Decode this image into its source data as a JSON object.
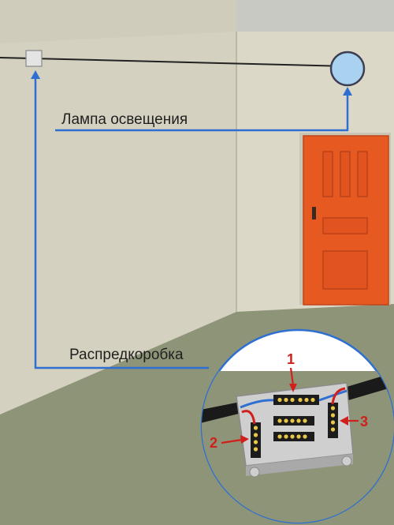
{
  "labels": {
    "lamp": "Лампа освещения",
    "junction_box": "Распредкоробка"
  },
  "callouts": {
    "one": "1",
    "two": "2",
    "three": "3"
  },
  "colors": {
    "wall": "#d5d1c0",
    "floor": "#8e9478",
    "ceiling": "#c8c8c2",
    "door": "#e65a22",
    "wire_blue": "#2e6fd1",
    "callout_red": "#d0201c",
    "lamp_fill": "#a9d2f0"
  }
}
